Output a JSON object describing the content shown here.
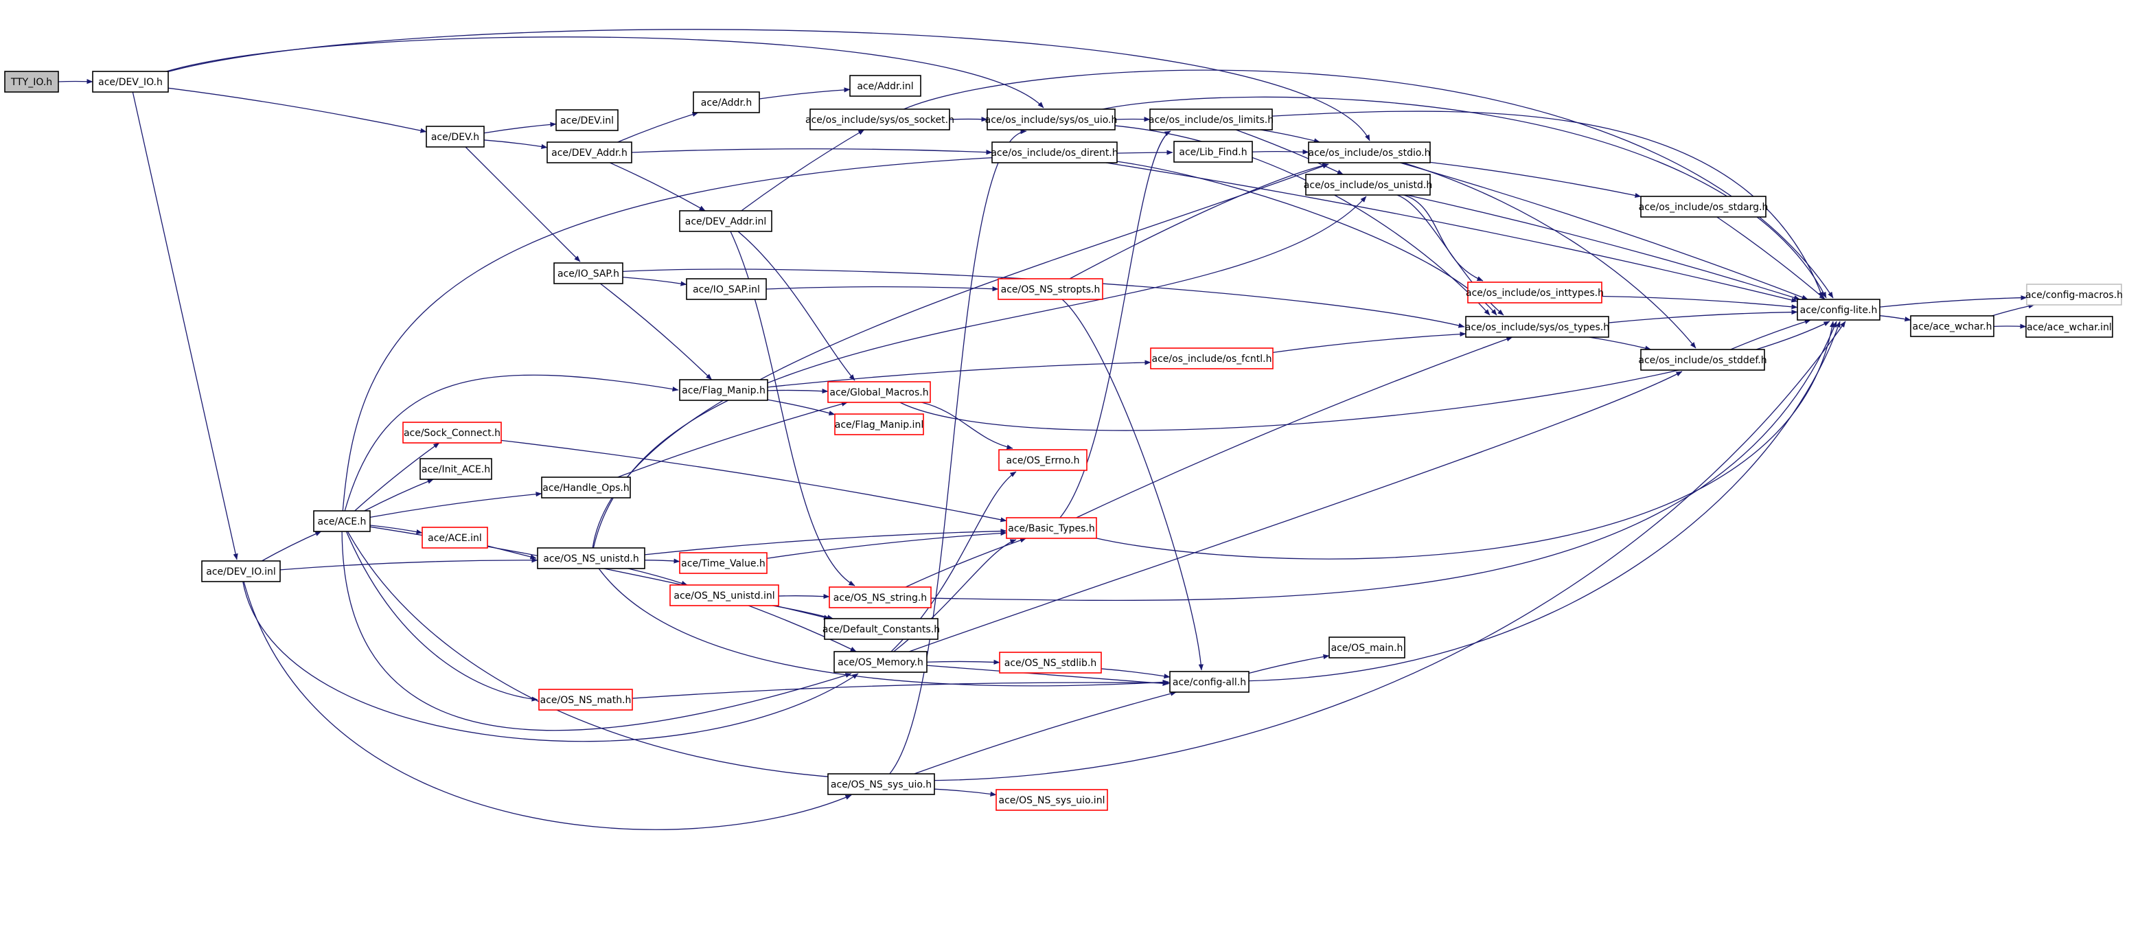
{
  "colors": {
    "edge": "#191970",
    "node_border_normal": "#000000",
    "node_border_truncated": "#ff0000",
    "node_border_undocumented": "#bfbfbf",
    "root_fill": "#bfbfbf",
    "node_fill": "#ffffff"
  },
  "nodes": [
    {
      "id": "tty_io_h",
      "label": "TTY_IO.h",
      "style": "root"
    },
    {
      "id": "dev_io_h",
      "label": "ace/DEV_IO.h",
      "style": "normal"
    },
    {
      "id": "dev_h",
      "label": "ace/DEV.h",
      "style": "normal"
    },
    {
      "id": "dev_inl",
      "label": "ace/DEV.inl",
      "style": "normal"
    },
    {
      "id": "addr_h",
      "label": "ace/Addr.h",
      "style": "normal"
    },
    {
      "id": "addr_inl",
      "label": "ace/Addr.inl",
      "style": "normal"
    },
    {
      "id": "dev_addr_h",
      "label": "ace/DEV_Addr.h",
      "style": "normal"
    },
    {
      "id": "dev_addr_inl",
      "label": "ace/DEV_Addr.inl",
      "style": "normal"
    },
    {
      "id": "os_socket_h",
      "label": "ace/os_include/sys/os_socket.h",
      "style": "normal"
    },
    {
      "id": "os_uio_h",
      "label": "ace/os_include/sys/os_uio.h",
      "style": "normal"
    },
    {
      "id": "os_limits_h",
      "label": "ace/os_include/os_limits.h",
      "style": "normal"
    },
    {
      "id": "os_dirent_h",
      "label": "ace/os_include/os_dirent.h",
      "style": "normal"
    },
    {
      "id": "lib_find_h",
      "label": "ace/Lib_Find.h",
      "style": "normal"
    },
    {
      "id": "os_stdio_h",
      "label": "ace/os_include/os_stdio.h",
      "style": "normal"
    },
    {
      "id": "os_unistd_h",
      "label": "ace/os_include/os_unistd.h",
      "style": "normal"
    },
    {
      "id": "os_stdarg_h",
      "label": "ace/os_include/os_stdarg.h",
      "style": "normal"
    },
    {
      "id": "os_inttypes_h",
      "label": "ace/os_include/os_inttypes.h",
      "style": "truncated"
    },
    {
      "id": "os_types_h",
      "label": "ace/os_include/sys/os_types.h",
      "style": "normal"
    },
    {
      "id": "os_stddef_h",
      "label": "ace/os_include/os_stddef.h",
      "style": "normal"
    },
    {
      "id": "config_lite_h",
      "label": "ace/config-lite.h",
      "style": "normal"
    },
    {
      "id": "config_macros_h",
      "label": "ace/config-macros.h",
      "style": "undocumented"
    },
    {
      "id": "ace_wchar_h",
      "label": "ace/ace_wchar.h",
      "style": "normal"
    },
    {
      "id": "ace_wchar_inl",
      "label": "ace/ace_wchar.inl",
      "style": "normal"
    },
    {
      "id": "io_sap_h",
      "label": "ace/IO_SAP.h",
      "style": "normal"
    },
    {
      "id": "io_sap_inl",
      "label": "ace/IO_SAP.inl",
      "style": "normal"
    },
    {
      "id": "os_ns_stropts_h",
      "label": "ace/OS_NS_stropts.h",
      "style": "truncated"
    },
    {
      "id": "os_fcntl_h",
      "label": "ace/os_include/os_fcntl.h",
      "style": "truncated"
    },
    {
      "id": "flag_manip_h",
      "label": "ace/Flag_Manip.h",
      "style": "normal"
    },
    {
      "id": "global_macros_h",
      "label": "ace/Global_Macros.h",
      "style": "truncated"
    },
    {
      "id": "flag_manip_inl",
      "label": "ace/Flag_Manip.inl",
      "style": "truncated"
    },
    {
      "id": "sock_connect_h",
      "label": "ace/Sock_Connect.h",
      "style": "truncated"
    },
    {
      "id": "init_ace_h",
      "label": "ace/Init_ACE.h",
      "style": "normal"
    },
    {
      "id": "handle_ops_h",
      "label": "ace/Handle_Ops.h",
      "style": "normal"
    },
    {
      "id": "os_errno_h",
      "label": "ace/OS_Errno.h",
      "style": "truncated"
    },
    {
      "id": "ace_h",
      "label": "ace/ACE.h",
      "style": "normal"
    },
    {
      "id": "ace_inl",
      "label": "ace/ACE.inl",
      "style": "truncated"
    },
    {
      "id": "basic_types_h",
      "label": "ace/Basic_Types.h",
      "style": "truncated"
    },
    {
      "id": "os_ns_unistd_h",
      "label": "ace/OS_NS_unistd.h",
      "style": "normal"
    },
    {
      "id": "time_value_h",
      "label": "ace/Time_Value.h",
      "style": "truncated"
    },
    {
      "id": "dev_io_inl",
      "label": "ace/DEV_IO.inl",
      "style": "normal"
    },
    {
      "id": "os_ns_unistd_inl",
      "label": "ace/OS_NS_unistd.inl",
      "style": "truncated"
    },
    {
      "id": "os_ns_string_h",
      "label": "ace/OS_NS_string.h",
      "style": "truncated"
    },
    {
      "id": "default_constants_h",
      "label": "ace/Default_Constants.h",
      "style": "normal"
    },
    {
      "id": "os_memory_h",
      "label": "ace/OS_Memory.h",
      "style": "normal"
    },
    {
      "id": "os_ns_stdlib_h",
      "label": "ace/OS_NS_stdlib.h",
      "style": "truncated"
    },
    {
      "id": "os_main_h",
      "label": "ace/OS_main.h",
      "style": "normal"
    },
    {
      "id": "config_all_h",
      "label": "ace/config-all.h",
      "style": "normal"
    },
    {
      "id": "os_ns_math_h",
      "label": "ace/OS_NS_math.h",
      "style": "truncated"
    },
    {
      "id": "os_ns_sys_uio_h",
      "label": "ace/OS_NS_sys_uio.h",
      "style": "normal"
    },
    {
      "id": "os_ns_sys_uio_inl",
      "label": "ace/OS_NS_sys_uio.inl",
      "style": "truncated"
    }
  ],
  "edges": [
    [
      "tty_io_h",
      "dev_io_h"
    ],
    [
      "dev_io_h",
      "dev_h"
    ],
    [
      "dev_io_h",
      "os_uio_h"
    ],
    [
      "dev_io_h",
      "os_stdio_h"
    ],
    [
      "dev_io_h",
      "dev_io_inl"
    ],
    [
      "dev_h",
      "dev_inl"
    ],
    [
      "dev_h",
      "dev_addr_h"
    ],
    [
      "dev_h",
      "io_sap_h"
    ],
    [
      "dev_addr_h",
      "addr_h"
    ],
    [
      "dev_addr_h",
      "os_dirent_h"
    ],
    [
      "dev_addr_h",
      "dev_addr_inl"
    ],
    [
      "addr_h",
      "addr_inl"
    ],
    [
      "dev_addr_inl",
      "os_socket_h"
    ],
    [
      "dev_addr_inl",
      "global_macros_h"
    ],
    [
      "dev_addr_inl",
      "os_ns_string_h"
    ],
    [
      "os_socket_h",
      "os_uio_h"
    ],
    [
      "os_socket_h",
      "config_lite_h"
    ],
    [
      "os_uio_h",
      "os_limits_h"
    ],
    [
      "os_uio_h",
      "config_lite_h"
    ],
    [
      "os_uio_h",
      "os_types_h"
    ],
    [
      "os_limits_h",
      "os_stdio_h"
    ],
    [
      "os_limits_h",
      "os_unistd_h"
    ],
    [
      "os_limits_h",
      "config_lite_h"
    ],
    [
      "os_dirent_h",
      "config_lite_h"
    ],
    [
      "os_dirent_h",
      "os_types_h"
    ],
    [
      "lib_find_h",
      "os_stdio_h"
    ],
    [
      "os_stdio_h",
      "os_stdarg_h"
    ],
    [
      "os_stdio_h",
      "config_lite_h"
    ],
    [
      "os_stdio_h",
      "os_stddef_h"
    ],
    [
      "os_unistd_h",
      "os_inttypes_h"
    ],
    [
      "os_unistd_h",
      "os_types_h"
    ],
    [
      "os_unistd_h",
      "config_lite_h"
    ],
    [
      "os_stdarg_h",
      "config_lite_h"
    ],
    [
      "os_inttypes_h",
      "config_lite_h"
    ],
    [
      "os_types_h",
      "config_lite_h"
    ],
    [
      "os_types_h",
      "os_stddef_h"
    ],
    [
      "os_stddef_h",
      "config_lite_h"
    ],
    [
      "config_lite_h",
      "config_macros_h"
    ],
    [
      "config_lite_h",
      "ace_wchar_h"
    ],
    [
      "ace_wchar_h",
      "config_macros_h"
    ],
    [
      "ace_wchar_h",
      "ace_wchar_inl"
    ],
    [
      "io_sap_h",
      "io_sap_inl"
    ],
    [
      "io_sap_h",
      "flag_manip_h"
    ],
    [
      "io_sap_h",
      "os_types_h"
    ],
    [
      "io_sap_inl",
      "os_ns_stropts_h"
    ],
    [
      "os_ns_stropts_h",
      "os_stdio_h"
    ],
    [
      "os_ns_stropts_h",
      "config_all_h"
    ],
    [
      "os_fcntl_h",
      "os_types_h"
    ],
    [
      "flag_manip_h",
      "os_fcntl_h"
    ],
    [
      "flag_manip_h",
      "global_macros_h"
    ],
    [
      "flag_manip_h",
      "flag_manip_inl"
    ],
    [
      "global_macros_h",
      "os_errno_h"
    ],
    [
      "global_macros_h",
      "config_lite_h"
    ],
    [
      "sock_connect_h",
      "basic_types_h"
    ],
    [
      "handle_ops_h",
      "global_macros_h"
    ],
    [
      "ace_h",
      "lib_find_h"
    ],
    [
      "ace_h",
      "flag_manip_h"
    ],
    [
      "ace_h",
      "sock_connect_h"
    ],
    [
      "ace_h",
      "init_ace_h"
    ],
    [
      "ace_h",
      "handle_ops_h"
    ],
    [
      "ace_h",
      "ace_inl"
    ],
    [
      "ace_h",
      "default_constants_h"
    ],
    [
      "ace_h",
      "os_ns_math_h"
    ],
    [
      "ace_h",
      "os_memory_h"
    ],
    [
      "ace_h",
      "config_lite_h"
    ],
    [
      "ace_inl",
      "os_ns_unistd_h"
    ],
    [
      "os_ns_unistd_h",
      "basic_types_h"
    ],
    [
      "os_ns_unistd_h",
      "time_value_h"
    ],
    [
      "os_ns_unistd_h",
      "os_ns_unistd_inl"
    ],
    [
      "os_ns_unistd_h",
      "os_stdio_h"
    ],
    [
      "os_ns_unistd_h",
      "os_unistd_h"
    ],
    [
      "os_ns_unistd_h",
      "config_all_h"
    ],
    [
      "time_value_h",
      "basic_types_h"
    ],
    [
      "basic_types_h",
      "os_types_h"
    ],
    [
      "basic_types_h",
      "os_limits_h"
    ],
    [
      "basic_types_h",
      "config_lite_h"
    ],
    [
      "dev_io_inl",
      "ace_h"
    ],
    [
      "dev_io_inl",
      "os_ns_unistd_h"
    ],
    [
      "dev_io_inl",
      "os_memory_h"
    ],
    [
      "dev_io_inl",
      "os_ns_sys_uio_h"
    ],
    [
      "os_ns_unistd_inl",
      "os_ns_string_h"
    ],
    [
      "os_ns_unistd_inl",
      "default_constants_h"
    ],
    [
      "os_ns_unistd_inl",
      "os_memory_h"
    ],
    [
      "os_ns_string_h",
      "basic_types_h"
    ],
    [
      "os_ns_string_h",
      "config_lite_h"
    ],
    [
      "os_memory_h",
      "os_ns_stdlib_h"
    ],
    [
      "os_memory_h",
      "os_errno_h"
    ],
    [
      "os_memory_h",
      "basic_types_h"
    ],
    [
      "os_memory_h",
      "config_all_h"
    ],
    [
      "os_memory_h",
      "os_stddef_h"
    ],
    [
      "os_ns_stdlib_h",
      "config_all_h"
    ],
    [
      "config_all_h",
      "os_main_h"
    ],
    [
      "config_all_h",
      "config_lite_h"
    ],
    [
      "os_ns_math_h",
      "config_all_h"
    ],
    [
      "os_ns_sys_uio_h",
      "os_uio_h"
    ],
    [
      "os_ns_sys_uio_h",
      "config_all_h"
    ],
    [
      "os_ns_sys_uio_h",
      "os_ns_sys_uio_inl"
    ]
  ]
}
